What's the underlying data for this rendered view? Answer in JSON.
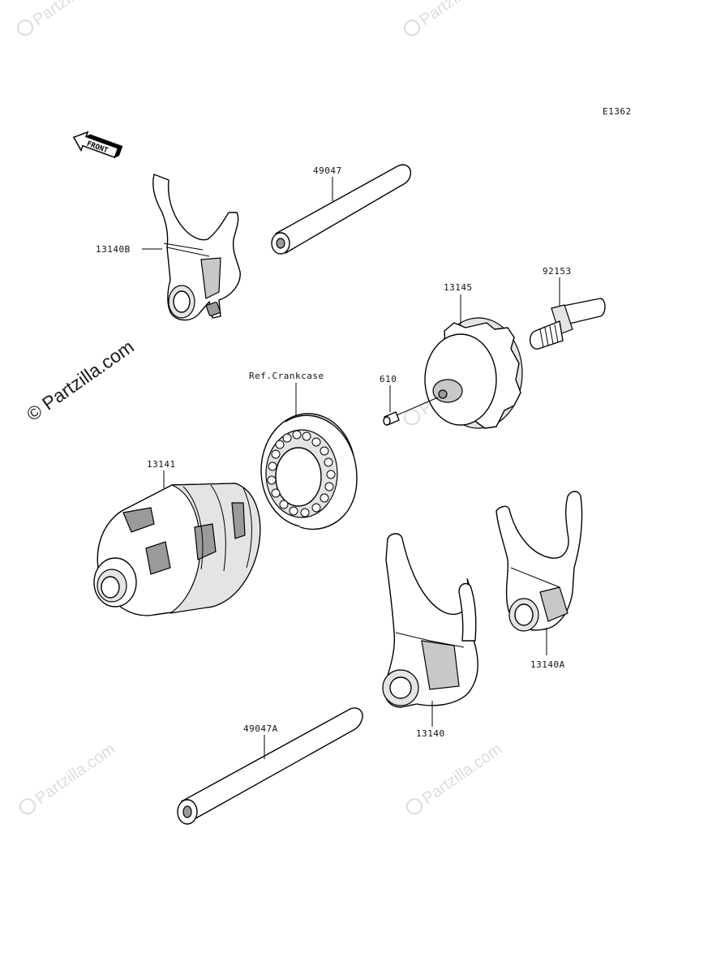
{
  "diagram_code": "E1362",
  "front_arrow_label": "FRONT",
  "watermark": {
    "text": "© Partzilla.com",
    "small_text": "Partzilla.com"
  },
  "labels": {
    "p13140B": "13140B",
    "p49047": "49047",
    "p92153": "92153",
    "p13145": "13145",
    "p610": "610",
    "ref_crankcase": "Ref.Crankcase",
    "p13141": "13141",
    "p13140A": "13140A",
    "p13140": "13140",
    "p49047A": "49047A"
  }
}
